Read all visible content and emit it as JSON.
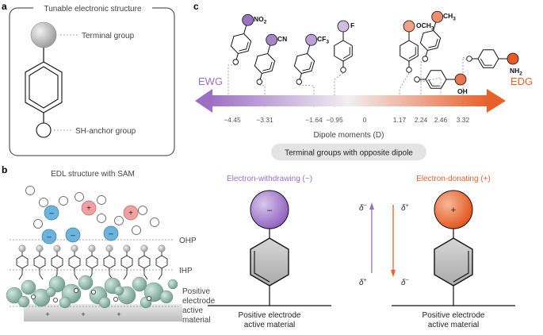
{
  "panel_a": {
    "letter": "a",
    "title": "Tunable electronic structure",
    "terminal_label": "Terminal group",
    "anchor_label": "SH-anchor group"
  },
  "panel_b": {
    "letter": "b",
    "title": "EDL structure with SAM",
    "ohp": "OHP",
    "ihp": "IHP",
    "electrode_l1": "Positive",
    "electrode_l2": "electrode",
    "electrode_l3": "active",
    "electrode_l4": "material",
    "minus": "–",
    "plus": "+"
  },
  "panel_c": {
    "letter": "c",
    "ewg": "EWG",
    "edg": "EDG",
    "axis_label": "Dipole moments (D)",
    "groups": [
      {
        "name": "NO",
        "sub": "2",
        "value": -4.45,
        "color": "#9b72c0"
      },
      {
        "name": "CN",
        "sub": "",
        "value": -3.31,
        "color": "#a785c9"
      },
      {
        "name": "CF",
        "sub": "3",
        "value": -1.64,
        "color": "#bba2d6"
      },
      {
        "name": "F",
        "sub": "",
        "value": -0.95,
        "color": "#cdbfe4"
      },
      {
        "name": "OCH",
        "sub": "3",
        "value": 1.17,
        "color": "#f0a187"
      },
      {
        "name": "CH",
        "sub": "3",
        "value": 2.24,
        "color": "#ee8e6e"
      },
      {
        "name": "OH",
        "sub": "",
        "value": 2.46,
        "color": "#eb7448"
      },
      {
        "name": "NH",
        "sub": "2",
        "value": 3.32,
        "color": "#e85a25"
      }
    ],
    "ticks": [
      "−4.45",
      "−3.31",
      "−1.64",
      "−0.95",
      "0",
      "1.17",
      "2.24",
      "2.46",
      "3.32"
    ],
    "opposite_label": "Terminal groups with opposite dipole",
    "withdrawing_label": "Electron-withdrawing (−)",
    "donating_label": "Electron-donating (+)",
    "minus_sign": "–",
    "plus_sign": "+",
    "delta": "δ",
    "dminus": "−",
    "dplus": "+",
    "electrode_l1": "Positive electrode",
    "electrode_l2": "active material"
  },
  "colors": {
    "purple": "#9b6fc4",
    "orange": "#e8602a",
    "blue_ion": "#6cb4e0",
    "red_ion": "#f0a0a0",
    "electrode": "#7ea89b",
    "pill": "#e4e4e4"
  }
}
